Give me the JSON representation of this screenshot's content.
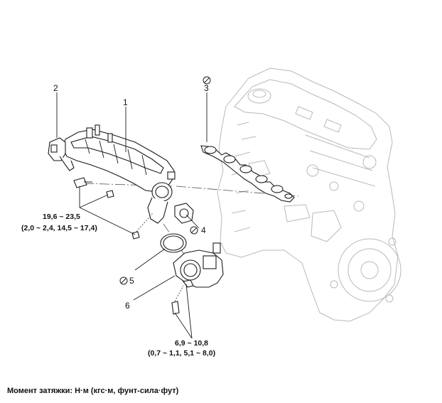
{
  "labels": {
    "part_1": "1",
    "part_2": "2",
    "part_3": "3",
    "part_4": "4",
    "part_5": "5",
    "part_6": "6"
  },
  "torque_manifold": {
    "line1": "19,6 ~ 23,5",
    "line2": "(2,0 ~ 2,4, 14,5 ~ 17,4)"
  },
  "torque_throttle": {
    "line1": "6,9 ~ 10,8",
    "line2": "(0,7 ~ 1,1, 5,1 ~ 8,0)"
  },
  "caption": "Момент затяжки: Н·м (кгс·м, фунт-сила·фут)",
  "icons": {
    "do_not_reuse": "do-not-reuse-icon"
  }
}
